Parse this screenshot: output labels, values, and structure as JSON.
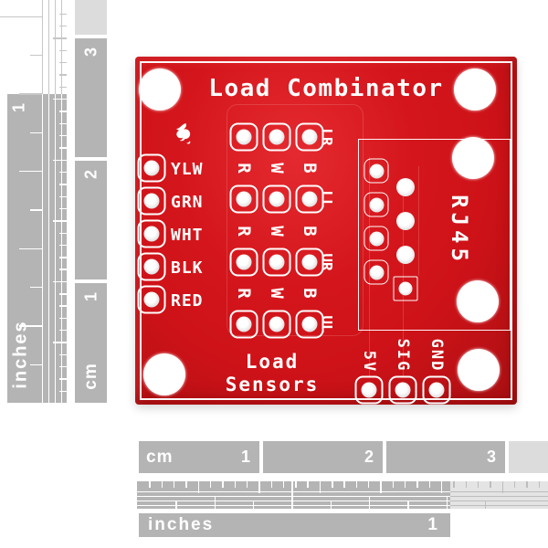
{
  "board": {
    "title": "Load Combinator",
    "logo": "sparkfun-flame",
    "wire_labels": [
      "YLW",
      "GRN",
      "WHT",
      "BLK",
      "RED"
    ],
    "sensor_row_labels": [
      "LR",
      "LL",
      "UR",
      "UL"
    ],
    "wire_letters": [
      "R",
      "W",
      "B"
    ],
    "connector_label": "RJ45",
    "output_labels": [
      "5V",
      "SIG",
      "GND"
    ],
    "caption_line1": "Load",
    "caption_line2": "Sensors",
    "colors": {
      "board": "#d2151b",
      "silkscreen": "#ffffff"
    }
  },
  "rulers": {
    "colors": {
      "main": "#b4b4b4",
      "light": "#dcdcdc",
      "text": "#ffffff"
    },
    "left_cm": {
      "unit": "cm",
      "numbers": [
        "3",
        "2",
        "1"
      ]
    },
    "left_inches": {
      "unit": "inches",
      "number": "1"
    },
    "bottom_cm": {
      "unit": "cm",
      "numbers": [
        "1",
        "2",
        "3"
      ]
    },
    "bottom_inches": {
      "unit": "inches",
      "number": "1"
    }
  }
}
